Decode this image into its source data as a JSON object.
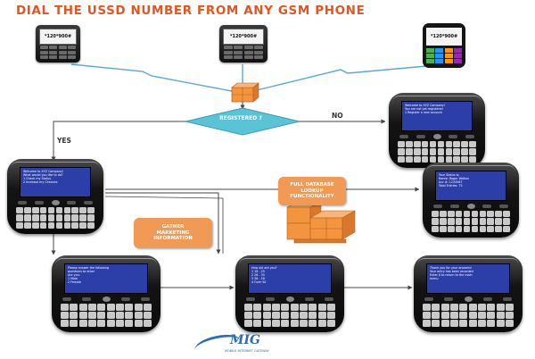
{
  "header": {
    "title": "DIAL THE USSD NUMBER FROM ANY GSM PHONE"
  },
  "entry_phones": [
    {
      "display": "*120*900#"
    },
    {
      "display": "*120*900#"
    },
    {
      "display": "*120*900#"
    }
  ],
  "decision": {
    "label": "REGISTERED ?",
    "no_label": "NO",
    "yes_label": "YES"
  },
  "notes": {
    "database": [
      "FULL DATABASE",
      "LOOKUP",
      "FUNCTIONALITY"
    ],
    "marketing": [
      "GATHER",
      "MARKETING",
      "INFORMATION"
    ]
  },
  "screens": {
    "not_registered": [
      "Welcome to XYZ Company!",
      "",
      "You are not yet registered",
      "1  Register a new account"
    ],
    "main_menu": [
      "Welcome to XYZ Company!",
      "",
      "What would you like to do?",
      "1  Check my Status",
      "2  Increase my Chances"
    ],
    "status": [
      "Your Status is:",
      "",
      "Name:  Roger Walton",
      "Acc #:  1234567",
      "Total Entries:  75"
    ],
    "survey": [
      "Please answer the following",
      "questions to enter",
      "",
      "Are you:",
      "1  Male",
      "2  Female"
    ],
    "age": [
      "How old are you?",
      "",
      "1  18 - 25",
      "2  26 - 35",
      "3  36 - 50",
      "4  Over 50"
    ],
    "thanks": [
      "Thank you for your answers!",
      "Your entry has been recorded",
      "",
      "Enter 0 to return to the main",
      "menu"
    ]
  },
  "logo": {
    "name": "MIG",
    "tagline": "MOBILE INTERNET GATEWAY"
  },
  "colors": {
    "title": "#e8541d",
    "diamond": "#5bc3d6",
    "note": "#f09a55",
    "screen": "#2c3ea8",
    "logo": "#2c6db5",
    "connector": "#5aa7d8"
  }
}
